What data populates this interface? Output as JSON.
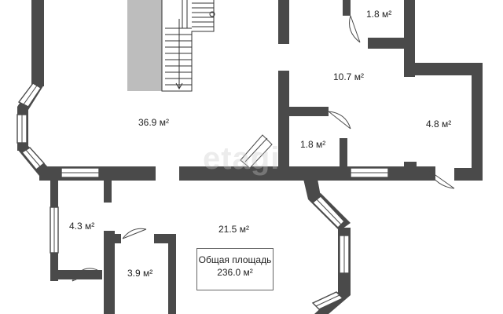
{
  "rooms": {
    "hall": {
      "area": "36.9 м²"
    },
    "kitchen": {
      "area": "10.7 м²"
    },
    "wc_top": {
      "area": "1.8 м²"
    },
    "room_right": {
      "area": "4.8 м²"
    },
    "wc_center": {
      "area": "1.8 м²"
    },
    "living": {
      "area": "21.5 м²"
    },
    "room_left": {
      "area": "4.3 м²"
    },
    "room_small": {
      "area": "3.9 м²"
    }
  },
  "total": {
    "label": "Общая площадь",
    "area": "236.0 м²"
  },
  "watermark": {
    "text": "etagi",
    "logo": "etagi-logo-watermark"
  },
  "colors": {
    "wall": "#4a4a4a",
    "stairs": "#bdbdbd",
    "background": "#ffffff"
  }
}
